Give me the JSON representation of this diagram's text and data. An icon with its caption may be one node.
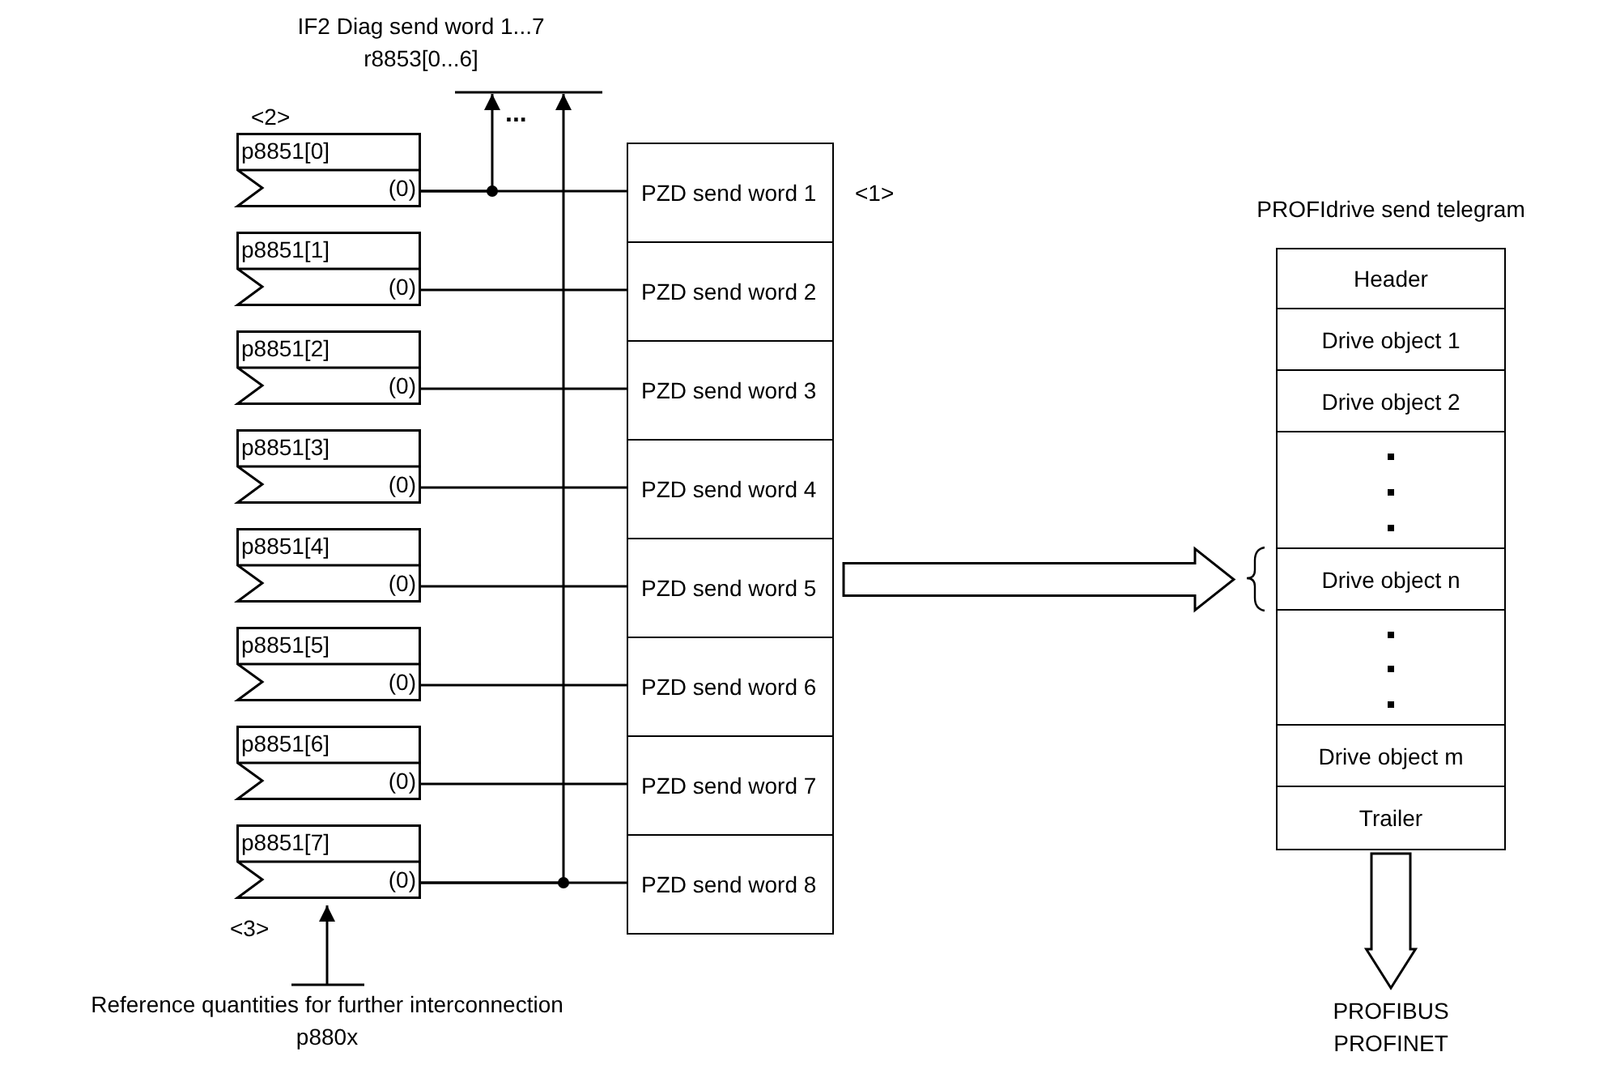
{
  "diagram": {
    "nodes": [
      {
        "text": [
          "p8851[0]",
          "(0)"
        ],
        "beside": [
          "<2>"
        ]
      },
      {
        "text": [
          "p8851[1]",
          "(0)"
        ]
      },
      {
        "text": [
          "p8851[2]",
          "(0)"
        ]
      },
      {
        "text": [
          "p8851[3]",
          "(0)"
        ]
      },
      {
        "text": [
          "p8851[4]",
          "(0)"
        ]
      },
      {
        "text": [
          "p8851[5]",
          "(0)"
        ]
      },
      {
        "text": [
          "p8851[6]",
          "(0)"
        ]
      },
      {
        "text": [
          "p8851[7]",
          "(0)"
        ],
        "beside": [
          "<3>"
        ]
      },
      {
        "text": [
          "PZD send word 1"
        ],
        "beside": [
          "<1>"
        ]
      },
      {
        "text": [
          "PZD send word 2"
        ]
      },
      {
        "text": [
          "PZD send word 3"
        ]
      },
      {
        "text": [
          "PZD send word 4"
        ]
      },
      {
        "text": [
          "PZD send word 5"
        ]
      },
      {
        "text": [
          "PZD send word 6"
        ]
      },
      {
        "text": [
          "PZD send word 7"
        ]
      },
      {
        "text": [
          "PZD send word 8"
        ]
      },
      {
        "text": [
          "IF2 Diag send word 1...7",
          "r8853[0...6]"
        ]
      },
      {
        "text": [
          "Reference quantities for further interconnection",
          "p880x"
        ]
      },
      {
        "text": [
          "PROFIdrive send telegram"
        ]
      },
      {
        "text": [
          "Header"
        ],
        "in": 18
      },
      {
        "text": [
          "Drive object 1"
        ],
        "in": 18
      },
      {
        "text": [
          "Drive object 2"
        ],
        "in": 18
      },
      {
        "text": [],
        "shape": "box",
        "in": 18
      },
      {
        "text": [
          "Drive object n"
        ],
        "in": 18
      },
      {
        "text": [],
        "shape": "box",
        "in": 18
      },
      {
        "text": [
          "Drive object m"
        ],
        "in": 18
      },
      {
        "text": [
          "Trailer"
        ],
        "in": 18
      },
      {
        "text": [
          "PROFIBUS",
          "PROFINET"
        ]
      }
    ],
    "edges": [
      {
        "from": 0,
        "to": 8,
        "arrow": "none"
      },
      {
        "from": 1,
        "to": 9,
        "arrow": "none"
      },
      {
        "from": 2,
        "to": 10,
        "arrow": "none"
      },
      {
        "from": 3,
        "to": 11,
        "arrow": "none"
      },
      {
        "from": 4,
        "to": 12,
        "arrow": "none"
      },
      {
        "from": 5,
        "to": 13,
        "arrow": "none"
      },
      {
        "from": 6,
        "to": 14,
        "arrow": "none"
      },
      {
        "from": 7,
        "to": 15,
        "arrow": "none"
      },
      {
        "from": 0,
        "to": 16,
        "arrow": "to"
      },
      {
        "from": 7,
        "to": 16,
        "arrow": "to"
      },
      {
        "from": 17,
        "to": 7,
        "arrow": "to"
      },
      {
        "from": 12,
        "to": 23,
        "arrow": "to",
        "style": "thick"
      },
      {
        "from": 18,
        "to": 27,
        "arrow": "to",
        "style": "thick"
      }
    ],
    "labels": [
      "..."
    ]
  }
}
